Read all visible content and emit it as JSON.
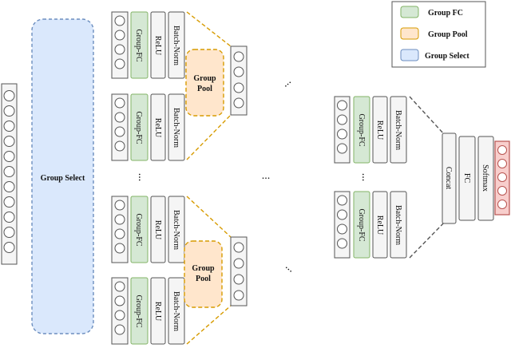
{
  "legend": {
    "group_fc": "Group FC",
    "group_pool": "Group Pool",
    "group_select": "Group Select"
  },
  "labels": {
    "group_select": "Group Select",
    "group_fc": "Group-FC",
    "relu": "ReLU",
    "batch_norm": "Batch-Norm",
    "group_pool_line1": "Group",
    "group_pool_line2": "Pool",
    "concat": "Concat",
    "fc": "FC",
    "softmax": "Softmax",
    "ellipsis": "..."
  },
  "colors": {
    "group_fc_fill": "#d5e8d4",
    "group_fc_stroke": "#82b366",
    "group_pool_fill": "#ffe6cc",
    "group_pool_stroke": "#d79b00",
    "group_select_fill": "#dae8fc",
    "group_select_stroke": "#6c8ebf",
    "block_fill": "#f5f5f5",
    "block_stroke": "#666666",
    "output_fill": "#f8cecc",
    "output_stroke": "#b85450",
    "dash_gray": "#555555"
  }
}
